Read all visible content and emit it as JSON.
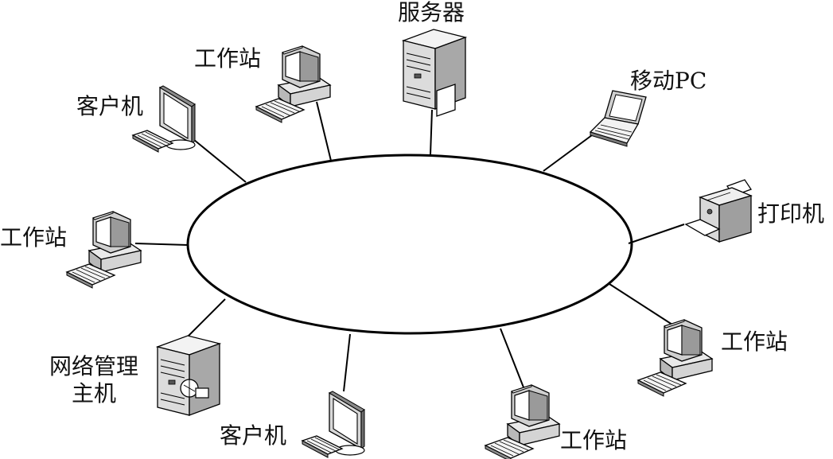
{
  "nodes": {
    "server": {
      "label": "服务器",
      "icon": "server-tower-icon"
    },
    "workstation_top": {
      "label": "工作站",
      "icon": "workstation-icon"
    },
    "client_top_left": {
      "label": "客户机",
      "icon": "client-monitor-icon"
    },
    "mobile_pc": {
      "label": "移动PC",
      "icon": "laptop-icon"
    },
    "printer": {
      "label": "打印机",
      "icon": "printer-icon"
    },
    "workstation_left": {
      "label": "工作站",
      "icon": "workstation-icon"
    },
    "workstation_right": {
      "label": "工作站",
      "icon": "workstation-icon"
    },
    "network_host": {
      "label_line1": "网络管理",
      "label_line2": "主机",
      "icon": "server-tower-icon"
    },
    "client_bottom": {
      "label": "客户机",
      "icon": "client-monitor-icon"
    },
    "workstation_bottom": {
      "label": "工作站",
      "icon": "workstation-icon"
    }
  },
  "colors": {
    "line": "#000000",
    "device_light": "#f2f2f2",
    "device_mid": "#cfcfcf",
    "device_dark": "#7a7a7a",
    "screen": "#ffffff"
  }
}
